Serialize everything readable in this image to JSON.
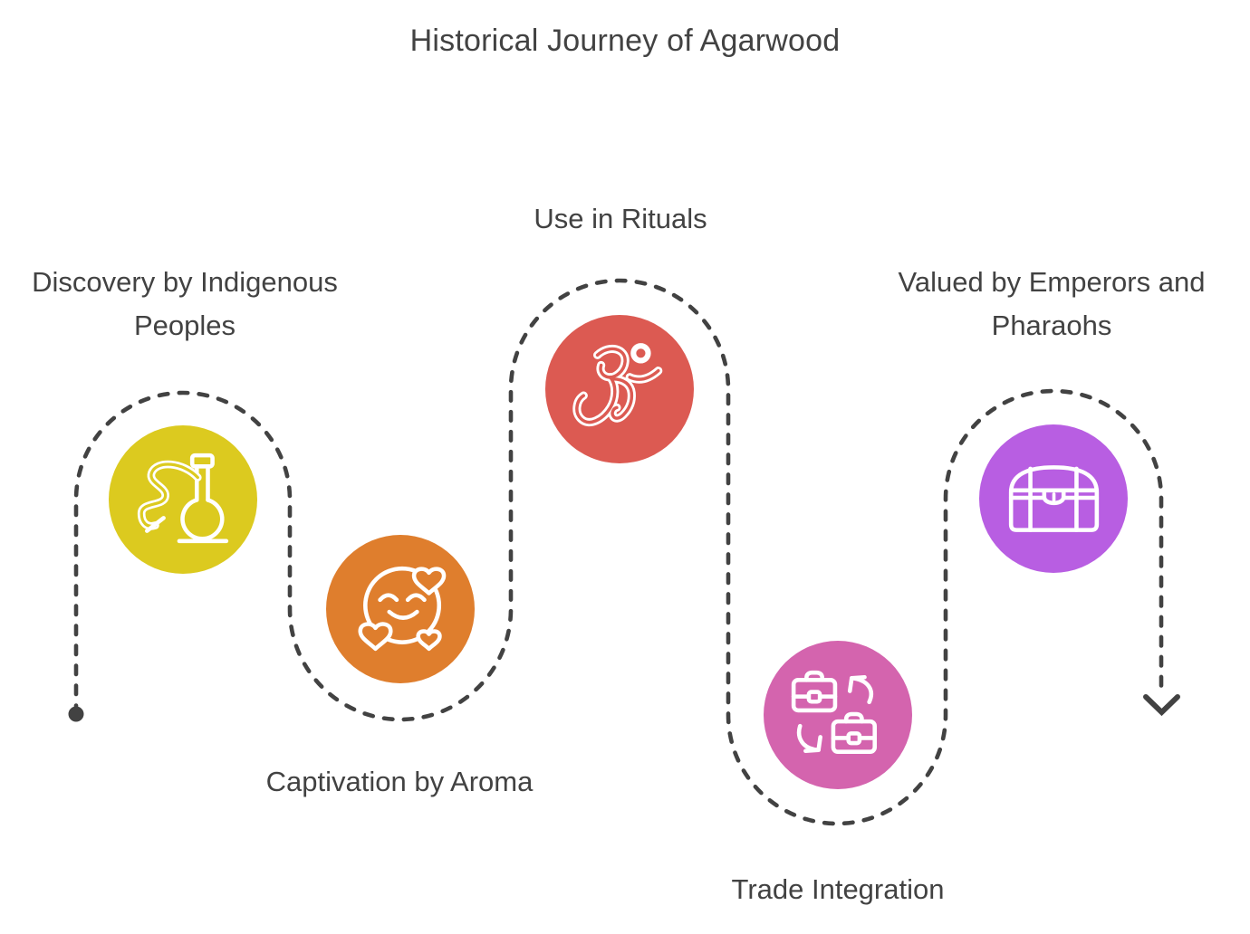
{
  "title": "Historical Journey of Agarwood",
  "background": "#ffffff",
  "text_color": "#424242",
  "path_color": "#424242",
  "path": {
    "style": "dashed",
    "start_marker": "dot",
    "end_marker": "arrow-down"
  },
  "steps": [
    {
      "label": "Discovery by Indigenous Peoples",
      "color": "#dcca1f",
      "icon": "hookah-flask-icon"
    },
    {
      "label": "Captivation by Aroma",
      "color": "#df7e2d",
      "icon": "smiling-face-hearts-icon"
    },
    {
      "label": "Use in Rituals",
      "color": "#dc5a52",
      "icon": "om-symbol-icon"
    },
    {
      "label": "Trade Integration",
      "color": "#d464ae",
      "icon": "trade-exchange-icon"
    },
    {
      "label": "Valued by Emperors and Pharaohs",
      "color": "#b85ee2",
      "icon": "treasure-chest-icon"
    }
  ]
}
